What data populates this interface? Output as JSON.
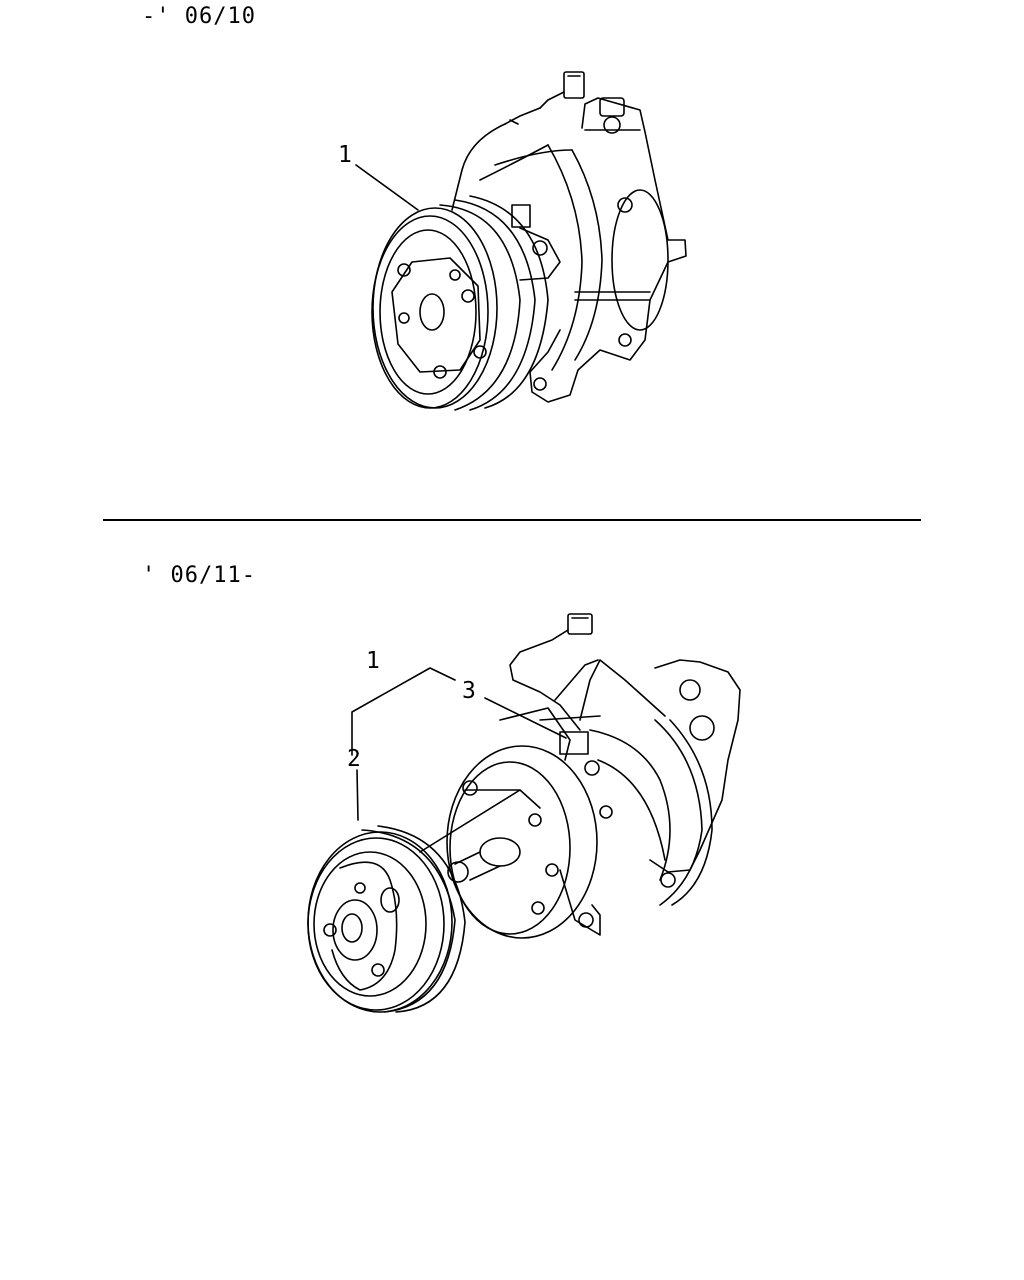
{
  "diagram": {
    "top_section": {
      "date_label": "-' 06/10",
      "callouts": [
        "1"
      ]
    },
    "bottom_section": {
      "date_label": "' 06/11-",
      "callouts": [
        "1",
        "2",
        "3"
      ]
    }
  }
}
